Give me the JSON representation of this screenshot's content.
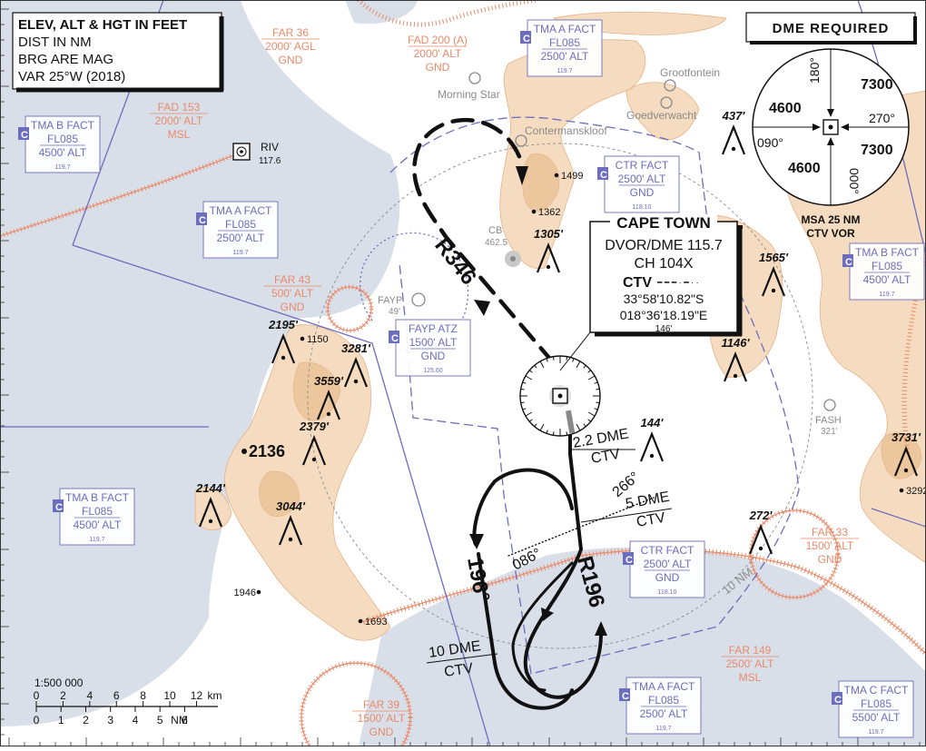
{
  "colors": {
    "sea": "#d9dfe8",
    "terrain": "#f5dcc0",
    "terrain_dark": "#ecc79e",
    "airspace_purple": "#6d6dbd",
    "restricted_orange": "#e98a6a",
    "track_black": "#111111"
  },
  "legend_box": {
    "line1": "ELEV, ALT & HGT IN FEET",
    "line2": "DIST IN NM",
    "line3": "BRG ARE MAG",
    "line4": "VAR 25°W (2018)"
  },
  "dme_required": "DME REQUIRED",
  "msa": {
    "caption1": "MSA 25 NM",
    "caption2": "CTV VOR",
    "sector_ne": "7300",
    "sector_nw": "4600",
    "sector_sw": "4600",
    "sector_se": "7300",
    "brg_180": "180°",
    "brg_270": "270°",
    "brg_090": "090°",
    "brg_000": "000°"
  },
  "navaid": {
    "name": "CAPE TOWN",
    "freq": "DVOR/DME 115.7",
    "channel": "CH 104X",
    "ident": "CTV",
    "morse": "━ ━ ━ · ━ · ·",
    "lat": "33°58'10.82\"S",
    "lon": "018°36'18.19\"E",
    "elev": "146'"
  },
  "riv": {
    "name": "RIV",
    "freq": "117.6"
  },
  "ndb_points": [
    {
      "name": "Morning Star"
    },
    {
      "name": "Grootfontein"
    },
    {
      "name": "Goedverwacht"
    },
    {
      "name": "Contermanskloof"
    }
  ],
  "cb": {
    "name": "CB",
    "elev": "462.5"
  },
  "fayp": {
    "name": "FAYP",
    "elev": "49'"
  },
  "fash": {
    "name": "FASH",
    "elev": "321'"
  },
  "radials": {
    "r346": "R346",
    "r196": "R196",
    "hdg196": "196°"
  },
  "dme_marks": {
    "dme22_top": "2.2 DME",
    "dme22_bot": "CTV",
    "dme5_top": "5 DME",
    "dme5_bot": "CTV",
    "dme10_top": "10 DME",
    "dme10_bot": "CTV",
    "brg266": "266°",
    "brg086": "086°",
    "ring10": "10 NM"
  },
  "airspaces": [
    {
      "id": "tma-a-top",
      "l1": "TMA A FACT",
      "l2": "FL085",
      "l3": "2500' ALT",
      "f": "119.7"
    },
    {
      "id": "tma-b-left",
      "l1": "TMA B FACT",
      "l2": "FL085",
      "l3": "4500' ALT",
      "f": "119.7"
    },
    {
      "id": "tma-a-left",
      "l1": "TMA A FACT",
      "l2": "FL085",
      "l3": "2500' ALT",
      "f": "119.7"
    },
    {
      "id": "ctr-top",
      "l1": "CTR FACT",
      "l2": "2500' ALT",
      "l3": "GND",
      "f": "118.10"
    },
    {
      "id": "tma-b-right",
      "l1": "TMA B FACT",
      "l2": "FL085",
      "l3": "4500' ALT",
      "f": "119.7"
    },
    {
      "id": "fayp-atz",
      "l1": "FAYP ATZ",
      "l2": "1500' ALT",
      "l3": "GND",
      "f": "125.60"
    },
    {
      "id": "tma-b-bottom-left",
      "l1": "TMA B FACT",
      "l2": "FL085",
      "l3": "4500' ALT",
      "f": "119.7"
    },
    {
      "id": "ctr-bottom",
      "l1": "CTR FACT",
      "l2": "2500' ALT",
      "l3": "GND",
      "f": "118.10"
    },
    {
      "id": "tma-a-bottom",
      "l1": "TMA A FACT",
      "l2": "FL085",
      "l3": "2500' ALT",
      "f": "119.7"
    },
    {
      "id": "tma-c-bottom",
      "l1": "TMA C FACT",
      "l2": "FL085",
      "l3": "5500' ALT",
      "f": "119.7"
    }
  ],
  "restricted": [
    {
      "id": "far36",
      "l1": "FAR 36",
      "l2": "2000' AGL",
      "l3": "GND"
    },
    {
      "id": "fad200",
      "l1": "FAD 200 (A)",
      "l2": "2000' ALT",
      "l3": "GND"
    },
    {
      "id": "fad153",
      "l1": "FAD 153",
      "l2": "2000' ALT",
      "l3": "MSL"
    },
    {
      "id": "far43",
      "l1": "FAR 43",
      "l2": "500' ALT",
      "l3": "GND"
    },
    {
      "id": "far33",
      "l1": "FAR 33",
      "l2": "1500' ALT",
      "l3": "GND"
    },
    {
      "id": "far149",
      "l1": "FAR 149",
      "l2": "2500' ALT",
      "l3": "MSL"
    },
    {
      "id": "far39",
      "l1": "FAR 39",
      "l2": "1500' ALT",
      "l3": "GND"
    }
  ],
  "obstacles": [
    {
      "id": "o437",
      "label": "437'"
    },
    {
      "id": "o1305",
      "label": "1305'"
    },
    {
      "id": "o1565",
      "label": "1565'"
    },
    {
      "id": "o1146",
      "label": "1146'"
    },
    {
      "id": "o2195",
      "label": "2195'"
    },
    {
      "id": "o3281",
      "label": "3281'"
    },
    {
      "id": "o3559",
      "label": "3559'"
    },
    {
      "id": "o2379",
      "label": "2379'"
    },
    {
      "id": "o144",
      "label": "144'"
    },
    {
      "id": "o2144",
      "label": "2144'"
    },
    {
      "id": "o3044",
      "label": "3044'"
    },
    {
      "id": "o272",
      "label": "272'"
    },
    {
      "id": "o3731",
      "label": "3731'"
    }
  ],
  "spot_heights": [
    {
      "id": "h1499",
      "label": "1499"
    },
    {
      "id": "h1362",
      "label": "1362"
    },
    {
      "id": "h1150",
      "label": "1150"
    },
    {
      "id": "h1946",
      "label": "1946"
    },
    {
      "id": "h1693",
      "label": "1693"
    },
    {
      "id": "h3292",
      "label": "3292"
    }
  ],
  "peak_2136": "2136",
  "scale": {
    "ratio": "1:500 000",
    "km_ticks": [
      "0",
      "2",
      "4",
      "6",
      "8",
      "10",
      "12"
    ],
    "km_unit": "km",
    "nm_ticks": [
      "0",
      "1",
      "2",
      "3",
      "4",
      "5",
      "6"
    ],
    "nm_unit": "NM"
  }
}
